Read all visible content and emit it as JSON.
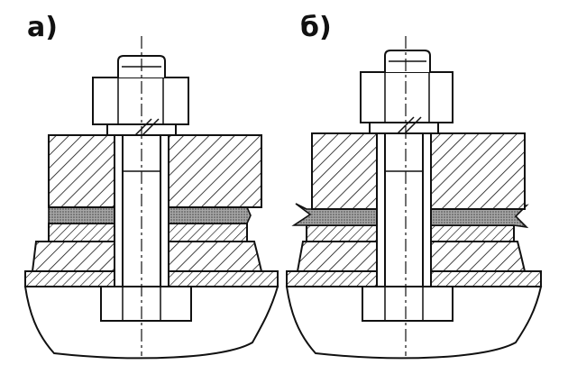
{
  "panels": [
    {
      "label": "а)",
      "state": "gasket-intact"
    },
    {
      "label": "б)",
      "state": "gasket-squeezed-out"
    }
  ],
  "colors": {
    "ink": "#111111",
    "gasket": "#8f8f8f",
    "background": "#ffffff"
  }
}
